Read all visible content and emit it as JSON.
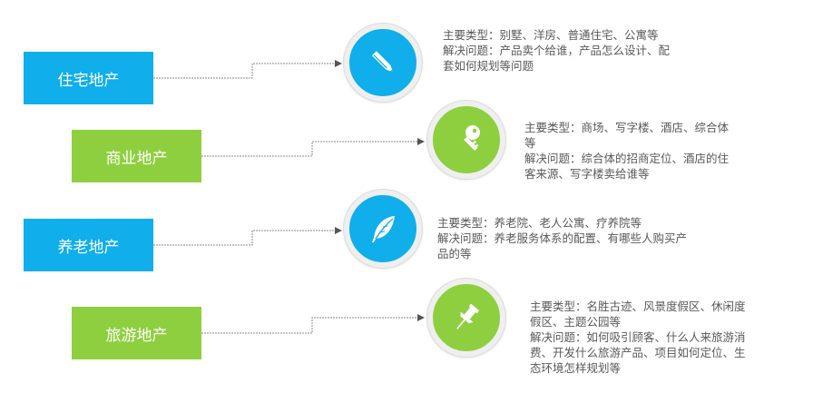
{
  "colors": {
    "blue": "#10aeea",
    "green": "#8ecf3f",
    "line": "#8a8a8a",
    "text": "#595959"
  },
  "items": [
    {
      "label": "住宅地产",
      "color": "blue",
      "icon": "pencil-icon",
      "desc": [
        "主要类型：别墅、洋房、普通住宅、公寓等",
        "解决问题：产品卖个给谁，产品怎么设计、配",
        "套如何规划等问题"
      ]
    },
    {
      "label": "商业地产",
      "color": "green",
      "icon": "key-icon",
      "desc": [
        "主要类型：商场、写字楼、酒店、综合体",
        "等",
        "解决问题：综合体的招商定位、酒店的住",
        "客来源、写字楼卖给谁等"
      ]
    },
    {
      "label": "养老地产",
      "color": "blue",
      "icon": "feather-icon",
      "desc": [
        "主要类型：养老院、老人公寓、疗养院等",
        "解决问题：养老服务体系的配置、有哪些人购买产",
        "品的等"
      ]
    },
    {
      "label": "旅游地产",
      "color": "green",
      "icon": "pushpin-icon",
      "desc": [
        "主要类型：名胜古迹、风景度假区、休闲度",
        "假区、主题公园等",
        "解决问题：如何吸引顾客、什么人来旅游消",
        "费、开发什么旅游产品、项目如何定位、生",
        "态环境怎样规划等"
      ]
    }
  ]
}
